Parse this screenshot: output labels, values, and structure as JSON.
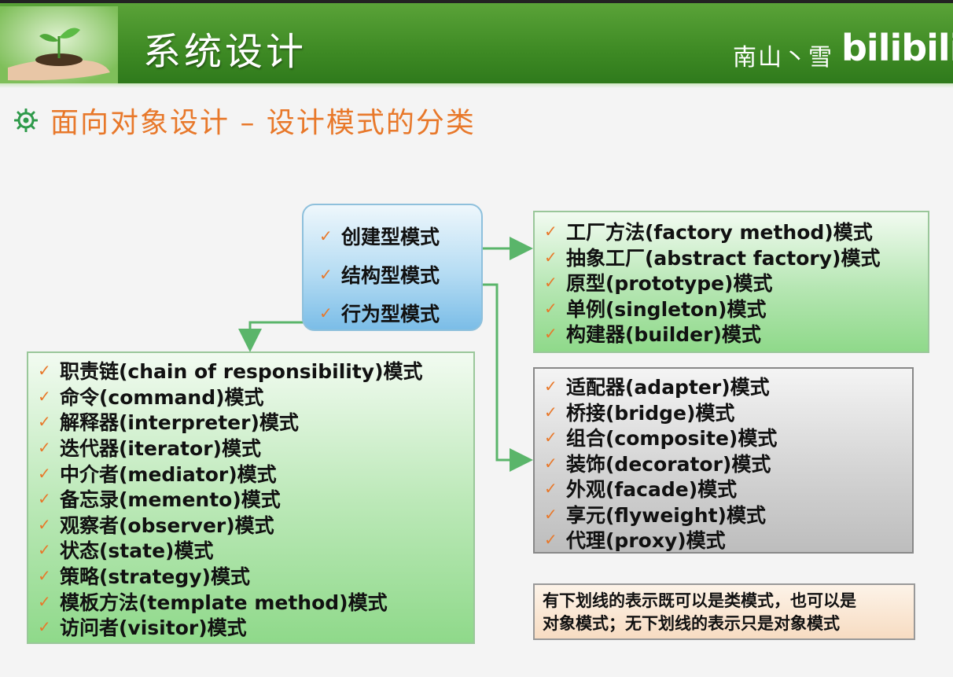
{
  "header": {
    "title": "系统设计",
    "watermark_name": "南山丶雪",
    "watermark_brand": "bilibili"
  },
  "subtitle": "面向对象设计 – 设计模式的分类",
  "colors": {
    "header_green": "#3e8a24",
    "subtitle_orange": "#e8782a",
    "check_orange": "#e8782a",
    "connector_green": "#5ab56a"
  },
  "icons": {
    "bullet": "ship-wheel-icon",
    "check": "check-icon"
  },
  "categories": {
    "items": [
      {
        "label": "创建型模式"
      },
      {
        "label": "结构型模式"
      },
      {
        "label": "行为型模式"
      }
    ]
  },
  "creational": {
    "items": [
      {
        "label": "工厂方法(factory method)模式"
      },
      {
        "label": "抽象工厂(abstract factory)模式"
      },
      {
        "label": "原型(prototype)模式"
      },
      {
        "label": "单例(singleton)模式"
      },
      {
        "label": "构建器(builder)模式"
      }
    ]
  },
  "structural": {
    "items": [
      {
        "label": "适配器(adapter)模式"
      },
      {
        "label": "桥接(bridge)模式"
      },
      {
        "label": "组合(composite)模式"
      },
      {
        "label": "装饰(decorator)模式"
      },
      {
        "label": "外观(facade)模式"
      },
      {
        "label": "享元(flyweight)模式"
      },
      {
        "label": "代理(proxy)模式"
      }
    ]
  },
  "behavioral": {
    "items": [
      {
        "label": "职责链(chain of responsibility)模式"
      },
      {
        "label": "命令(command)模式"
      },
      {
        "label": "解释器(interpreter)模式"
      },
      {
        "label": "迭代器(iterator)模式"
      },
      {
        "label": "中介者(mediator)模式"
      },
      {
        "label": "备忘录(memento)模式"
      },
      {
        "label": "观察者(observer)模式"
      },
      {
        "label": "状态(state)模式"
      },
      {
        "label": "策略(strategy)模式"
      },
      {
        "label": "模板方法(template method)模式"
      },
      {
        "label": "访问者(visitor)模式"
      }
    ]
  },
  "note": {
    "line1": "有下划线的表示既可以是类模式，也可以是",
    "line2": "对象模式；无下划线的表示只是对象模式"
  },
  "check_glyph": "✓"
}
